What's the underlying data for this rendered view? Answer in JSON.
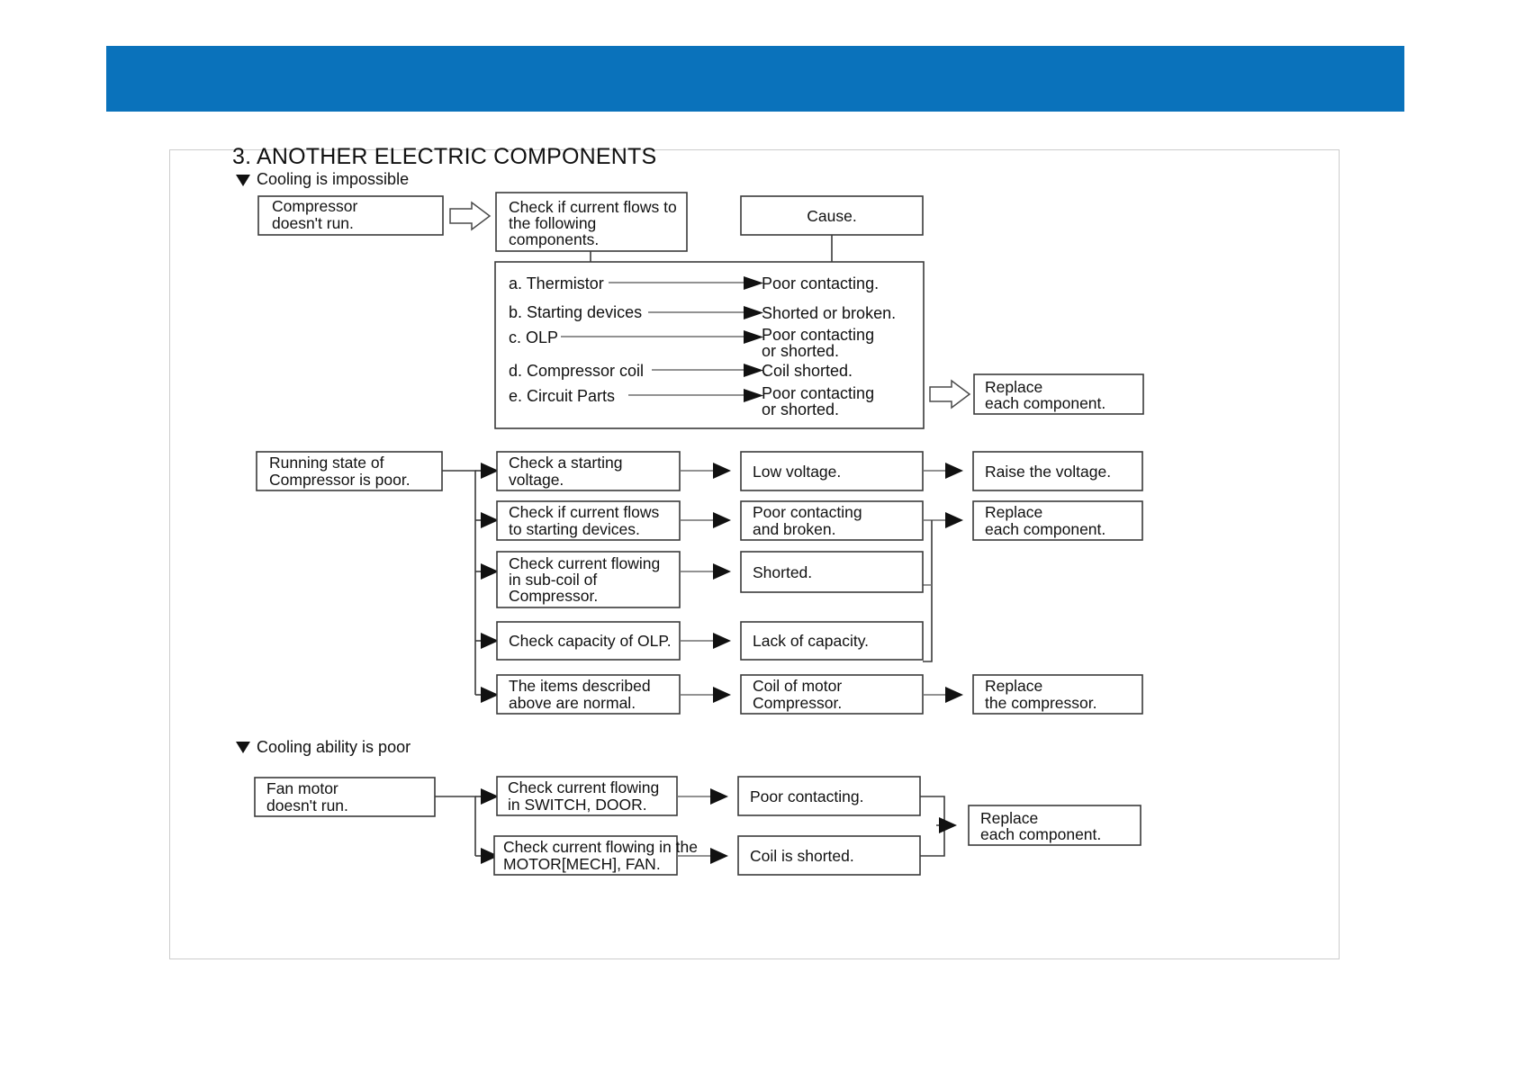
{
  "header": {
    "bar_color": "#0a72bb"
  },
  "panel": {
    "title": "3. ANOTHER ELECTRIC COMPONENTS",
    "sections": [
      {
        "marker": "triangle-down-icon",
        "label": "Cooling is impossible"
      },
      {
        "marker": "triangle-down-icon",
        "label": "Cooling ability is poor"
      }
    ]
  },
  "section1": {
    "start_box": {
      "line1": "Compressor",
      "line2": "doesn't run."
    },
    "check_box": {
      "line1": "Check if current flows to",
      "line2": "the following",
      "line3": "components."
    },
    "cause_box": {
      "label": "Cause."
    },
    "items": [
      {
        "key": "a. Thermistor",
        "cause_line1": "Poor contacting.",
        "cause_line2": ""
      },
      {
        "key": "b. Starting devices",
        "cause_line1": "Shorted or broken.",
        "cause_line2": ""
      },
      {
        "key": "c. OLP",
        "cause_line1": "Poor contacting",
        "cause_line2": "or shorted."
      },
      {
        "key": "d. Compressor coil",
        "cause_line1": "Coil shorted.",
        "cause_line2": ""
      },
      {
        "key": "e. Circuit Parts",
        "cause_line1": "Poor contacting",
        "cause_line2": "or shorted."
      }
    ],
    "result_box": {
      "line1": "Replace",
      "line2": "each component."
    }
  },
  "section2": {
    "start_box": {
      "line1": "Running state of",
      "line2": "Compressor is poor."
    },
    "rows": [
      {
        "check_l1": "Check a starting",
        "check_l2": "voltage.",
        "check_l3": "",
        "cause_l1": "Low voltage.",
        "cause_l2": "",
        "action_l1": "Raise the voltage.",
        "action_l2": ""
      },
      {
        "check_l1": "Check if current flows",
        "check_l2": "to starting devices.",
        "check_l3": "",
        "cause_l1": "Poor contacting",
        "cause_l2": "and broken.",
        "action_l1": "Replace",
        "action_l2": "each component."
      },
      {
        "check_l1": "Check current flowing",
        "check_l2": "in sub-coil of",
        "check_l3": "Compressor.",
        "cause_l1": "Shorted.",
        "cause_l2": "",
        "action_l1": "",
        "action_l2": ""
      },
      {
        "check_l1": "Check capacity of OLP.",
        "check_l2": "",
        "check_l3": "",
        "cause_l1": "Lack of capacity.",
        "cause_l2": "",
        "action_l1": "",
        "action_l2": ""
      },
      {
        "check_l1": "The items described",
        "check_l2": "above are normal.",
        "check_l3": "",
        "cause_l1": "Coil of motor",
        "cause_l2": "Compressor.",
        "action_l1": "Replace",
        "action_l2": "the compressor."
      }
    ]
  },
  "section3": {
    "start_box": {
      "line1": "Fan motor",
      "line2": "doesn't run."
    },
    "rows": [
      {
        "check_l1": "Check current flowing",
        "check_l2": "in SWITCH, DOOR.",
        "cause_l1": "Poor contacting.",
        "cause_l2": ""
      },
      {
        "check_l1": "Check current flowing in the",
        "check_l2": "MOTOR[MECH], FAN.",
        "cause_l1": "Coil is shorted.",
        "cause_l2": ""
      }
    ],
    "result_box": {
      "line1": "Replace",
      "line2": "each component."
    }
  }
}
